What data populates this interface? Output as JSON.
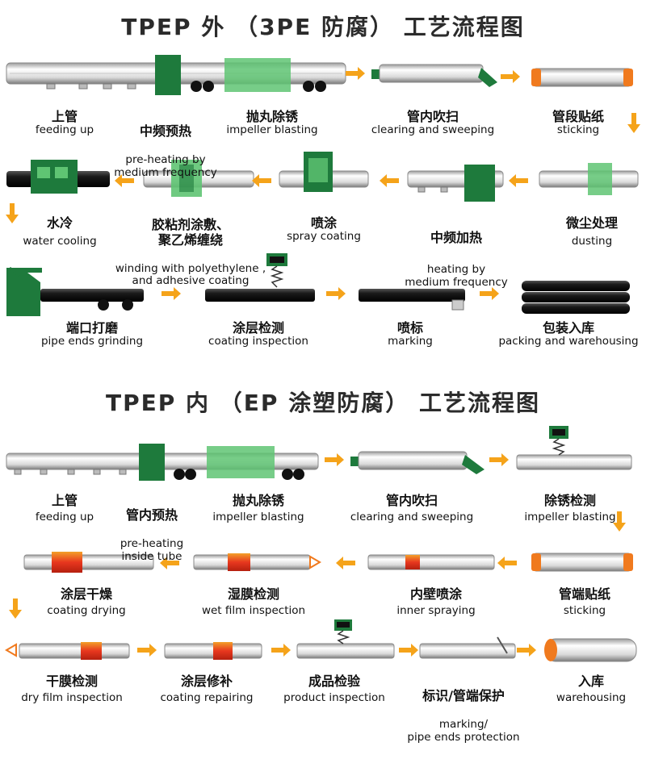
{
  "section1": {
    "title": "TPEP 外 （3PE 防腐） 工艺流程图",
    "steps": [
      {
        "cn": "上管",
        "en": "feeding up"
      },
      {
        "cn": "中频预热",
        "en": "pre-heating by\nmedium frequency"
      },
      {
        "cn": "抛丸除锈",
        "en": "impeller blasting"
      },
      {
        "cn": "管内吹扫",
        "en": "clearing and sweeping"
      },
      {
        "cn": "管段贴纸",
        "en": "sticking"
      },
      {
        "cn": "微尘处理",
        "en": "dusting"
      },
      {
        "cn": "中频加热",
        "en": "heating by\nmedium frequency"
      },
      {
        "cn": "喷涂",
        "en": "spray coating"
      },
      {
        "cn": "胶粘剂涂敷、\n聚乙烯缠绕",
        "en": "winding with polyethylene ,\nand adhesive coating"
      },
      {
        "cn": "水冷",
        "en": "water cooling"
      },
      {
        "cn": "端口打磨",
        "en": "pipe ends grinding"
      },
      {
        "cn": "涂层检测",
        "en": "coating inspection"
      },
      {
        "cn": "喷标",
        "en": "marking"
      },
      {
        "cn": "包装入库",
        "en": "packing and warehousing"
      }
    ]
  },
  "section2": {
    "title": "TPEP 内 （EP 涂塑防腐） 工艺流程图",
    "steps": [
      {
        "cn": "上管",
        "en": "feeding up"
      },
      {
        "cn": "管内预热",
        "en": "pre-heating\ninside tube"
      },
      {
        "cn": "抛丸除锈",
        "en": "impeller blasting"
      },
      {
        "cn": "管内吹扫",
        "en": "clearing and sweeping"
      },
      {
        "cn": "除锈检测",
        "en": "impeller blasting"
      },
      {
        "cn": "管端贴纸",
        "en": "sticking"
      },
      {
        "cn": "内壁喷涂",
        "en": "inner spraying"
      },
      {
        "cn": "湿膜检测",
        "en": "wet film inspection"
      },
      {
        "cn": "涂层干燥",
        "en": "coating drying"
      },
      {
        "cn": "干膜检测",
        "en": "dry film inspection"
      },
      {
        "cn": "涂层修补",
        "en": "coating repairing"
      },
      {
        "cn": "成品检验",
        "en": "product inspection"
      },
      {
        "cn": "标识/管端保护",
        "en": "marking/\npipe ends protection"
      },
      {
        "cn": "入库",
        "en": "warehousing"
      }
    ]
  },
  "colors": {
    "green": "#1e7a3c",
    "light_green": "#5fc473",
    "orange": "#f5a31a",
    "pipe_orange": "#f07a1e",
    "hot_red": "#e8371f",
    "black": "#111111"
  },
  "icons": [
    "arrow-right-icon",
    "arrow-left-icon",
    "arrow-down-icon",
    "heater-box-icon",
    "gauge-icon",
    "spring-icon",
    "spray-nozzle-icon"
  ]
}
